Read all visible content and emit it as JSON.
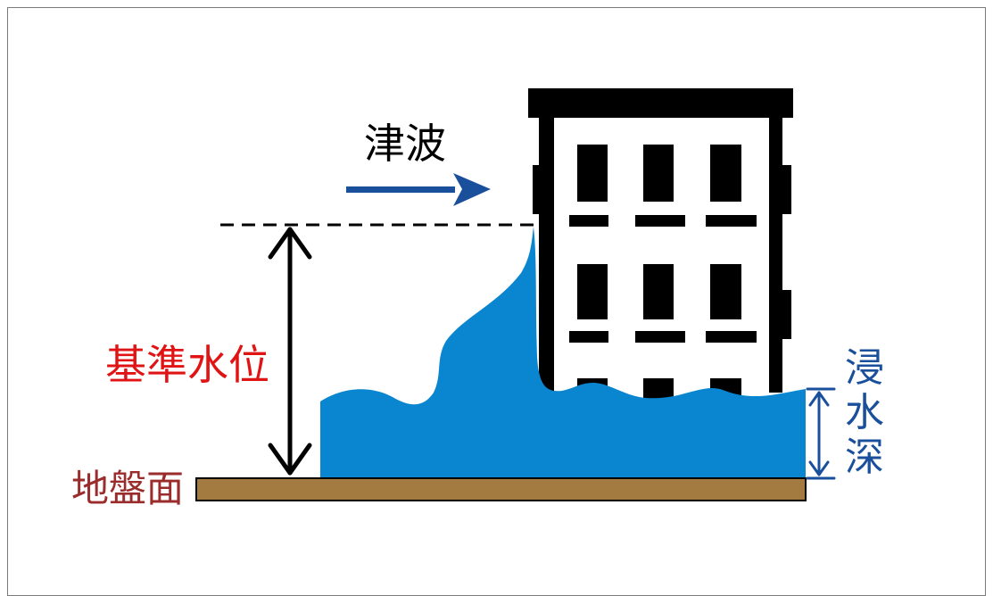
{
  "labels": {
    "tsunami": "津波",
    "reference_water_level": "基準水位",
    "ground_surface": "地盤面",
    "inundation_depth": "浸水深"
  },
  "colors": {
    "water": "#0a85cf",
    "ground": "#a37a3f",
    "arrow_blue": "#1a4f9c",
    "label_red": "#e01414",
    "label_brown": "#9a2c2c",
    "label_blue": "#1a4f9c",
    "building": "#000000"
  },
  "icons": {
    "tsunami_arrow": "right-arrow-icon",
    "reference_arrow": "double-headed-vertical-arrow-icon",
    "depth_arrow": "double-headed-vertical-arrow-icon"
  }
}
